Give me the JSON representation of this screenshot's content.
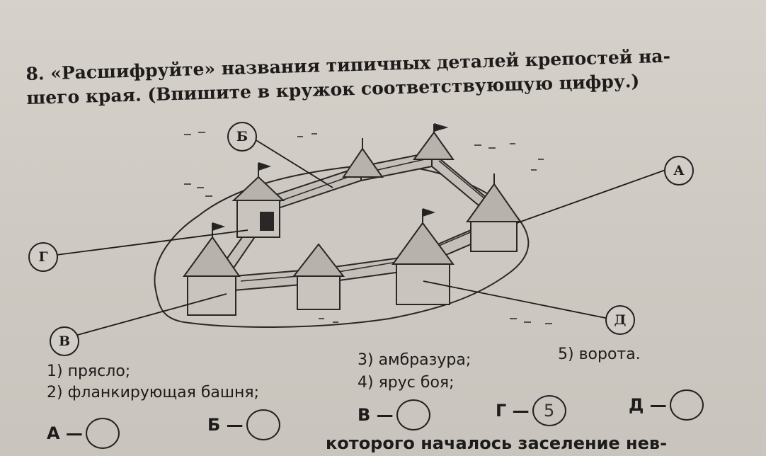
{
  "task": {
    "line1": "8. «Расшифруйте» названия типичных деталей крепостей на-",
    "line2": "шего края. (Впишите в кружок соответствующую цифру.)"
  },
  "callouts": {
    "a": "А",
    "b": "Б",
    "v": "В",
    "g": "Г",
    "d": "Д"
  },
  "options": {
    "o1": "1) прясло;",
    "o2": "2) фланкирующая башня;",
    "o3": "3) амбразура;",
    "o4": "4) ярус боя;",
    "o5": "5) ворота."
  },
  "answers": {
    "a_label": "А —",
    "a_value": "",
    "b_label": "Б —",
    "b_value": "",
    "v_label": "В —",
    "v_value": "",
    "g_label": "Г —",
    "g_value": "5",
    "d_label": "Д —",
    "d_value": ""
  },
  "next_line": "которого началось заселение нев-"
}
